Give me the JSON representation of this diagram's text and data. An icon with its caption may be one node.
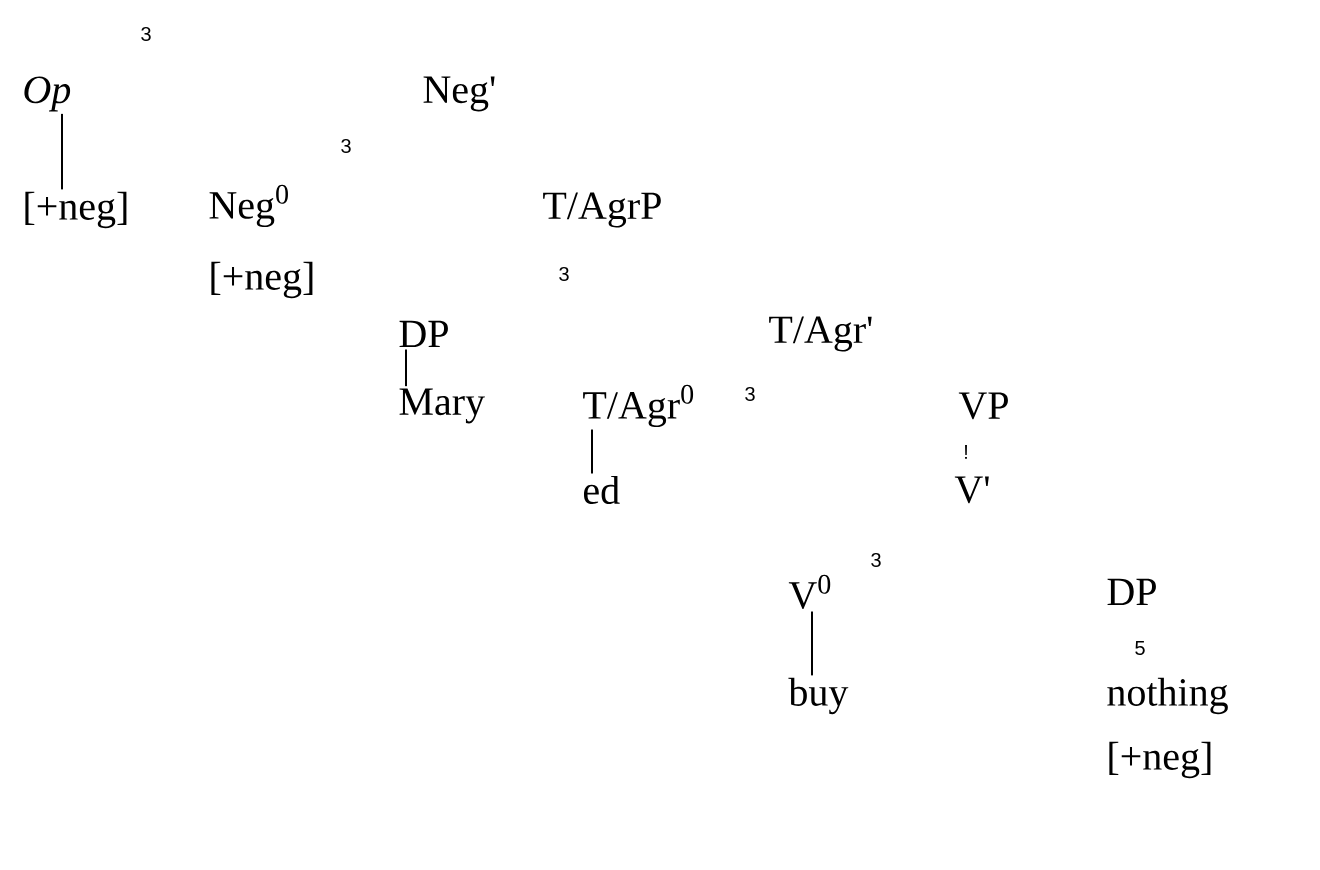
{
  "diagram": {
    "nodes": [
      {
        "text": [
          "Op"
        ]
      },
      {
        "text": [
          "Neg'"
        ]
      },
      {
        "text": [
          "[+neg]"
        ]
      },
      {
        "text": [
          "Neg$^{0}$"
        ]
      },
      {
        "text": [
          "T/AgrP"
        ]
      },
      {
        "text": [
          "[+neg]"
        ]
      },
      {
        "text": [
          "DP"
        ]
      },
      {
        "text": [
          "T/Agr'"
        ]
      },
      {
        "text": [
          "Mary"
        ]
      },
      {
        "text": [
          "T/Agr$^{0}$"
        ]
      },
      {
        "text": [
          "VP"
        ]
      },
      {
        "text": [
          "ed"
        ]
      },
      {
        "text": [
          "V'"
        ]
      },
      {
        "text": [
          "V$^{0}$"
        ]
      },
      {
        "text": [
          "DP"
        ]
      },
      {
        "text": [
          "buy"
        ]
      },
      {
        "text": [
          "nothing"
        ]
      },
      {
        "text": [
          "[+neg]"
        ]
      }
    ],
    "edges": [
      {
        "from": 0,
        "to": 2,
        "arrow": "none"
      },
      {
        "from": 6,
        "to": 8,
        "arrow": "none"
      },
      {
        "from": 9,
        "to": 11,
        "arrow": "none"
      },
      {
        "from": 13,
        "to": 15,
        "arrow": "none"
      }
    ],
    "labels": [
      "3",
      "3",
      "3",
      "3",
      "!",
      "3",
      "5"
    ]
  }
}
